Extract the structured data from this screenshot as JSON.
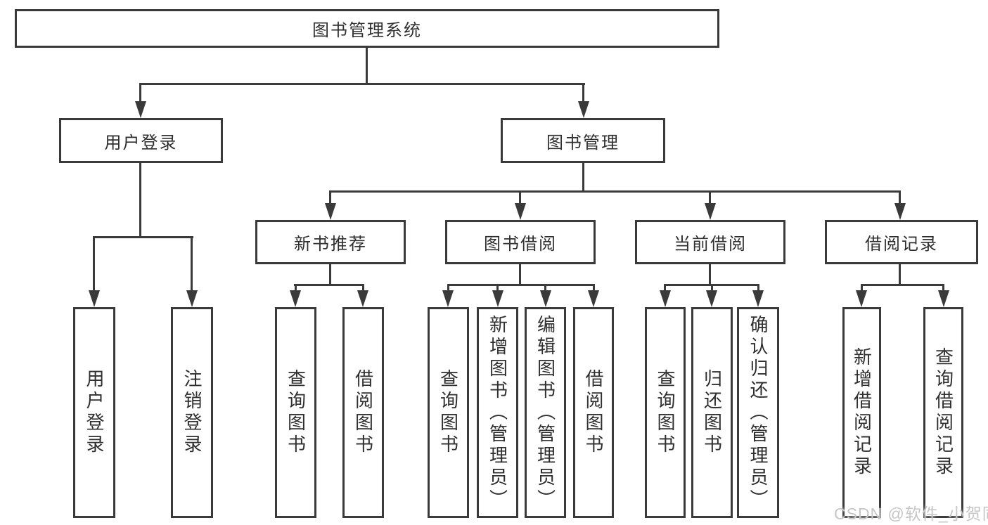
{
  "colors": {
    "line": "#3a3a3a",
    "text": "#2f2f2f",
    "watermark": "#c6c6c6",
    "background": "#ffffff"
  },
  "watermark": {
    "text": "CSDN @软件_小贺同学"
  },
  "tree": {
    "root": {
      "label": "图书管理系统"
    },
    "branches": [
      {
        "label": "用户登录",
        "leaves": [
          "用户登录",
          "注销登录"
        ]
      },
      {
        "label": "图书管理",
        "groups": [
          {
            "label": "新书推荐",
            "leaves": [
              "查询图书",
              "借阅图书"
            ]
          },
          {
            "label": "图书借阅",
            "leaves": [
              "查询图书",
              "新增图书（管理员）",
              "编辑图书（管理员）",
              "借阅图书"
            ]
          },
          {
            "label": "当前借阅",
            "leaves": [
              "查询图书",
              "归还图书",
              "确认归还（管理员）"
            ]
          },
          {
            "label": "借阅记录",
            "leaves": [
              "新增借阅记录",
              "查询借阅记录"
            ]
          }
        ]
      }
    ]
  }
}
